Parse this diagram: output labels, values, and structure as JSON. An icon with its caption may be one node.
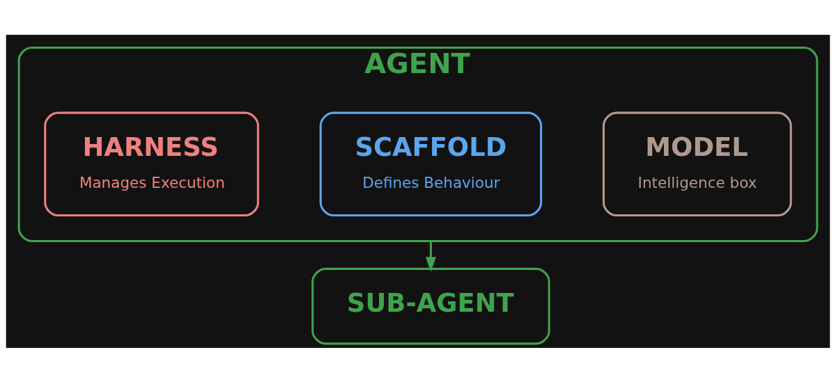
{
  "diagram": {
    "nodes": [
      {
        "text": [
          "AGENT"
        ]
      },
      {
        "text": [
          "HARNESS",
          "Manages Execution"
        ],
        "in": 0
      },
      {
        "text": [
          "SCAFFOLD",
          "Defines Behaviour"
        ],
        "in": 0
      },
      {
        "text": [
          "MODEL",
          "Intelligence box"
        ],
        "in": 0
      },
      {
        "text": [
          "SUB-AGENT"
        ]
      }
    ],
    "edges": [
      {
        "from": 0,
        "to": 4,
        "arrow": "to"
      }
    ]
  }
}
